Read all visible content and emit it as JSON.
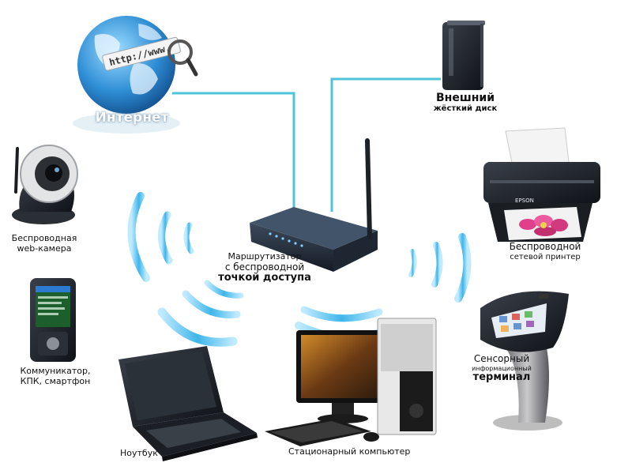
{
  "diagram": {
    "internet": {
      "label": "Интернет",
      "url_text": "http://www."
    },
    "hdd": {
      "line1": "Внешний",
      "line2": "жёсткий диск"
    },
    "router": {
      "line1": "Маршрутизатор",
      "line2": "с беспроводной",
      "line3": "точкой доступа"
    },
    "camera": {
      "line1": "Беспроводная",
      "line2": "web-камера"
    },
    "phone": {
      "line1": "Коммуникатор,",
      "line2": "КПК, смартфон"
    },
    "laptop": {
      "label": "Ноутбук"
    },
    "desktop": {
      "label": "Стационарный компьютер"
    },
    "printer": {
      "line1": "Беспроводной",
      "line2": "сетевой принтер",
      "brand": "EPSON"
    },
    "kiosk": {
      "line1": "Сенсорный",
      "line2": "информационный",
      "line3": "терминал"
    }
  },
  "colors": {
    "link_line": "#4fc3d9",
    "wifi_wave": "#3fb6ea",
    "globe": "#2f8fd6",
    "device_dark": "#1d2128"
  }
}
